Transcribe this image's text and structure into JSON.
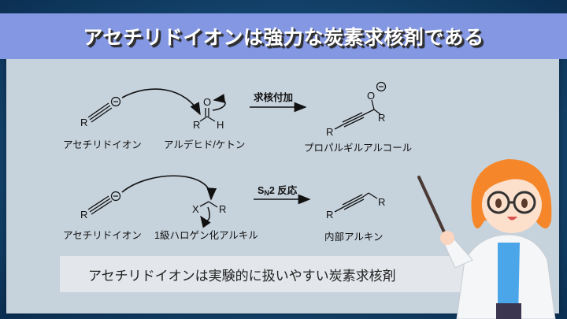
{
  "header": {
    "title": "アセチリドイオンは強力な炭素求核剤である"
  },
  "reaction1": {
    "reactant1_label": "アセチリドイオン",
    "reactant2_label": "アルデヒド/ケトン",
    "arrow_label": "求核付加",
    "product_label": "プロパルギルアルコール",
    "atoms": {
      "R": "R",
      "O": "O",
      "H": "H",
      "minus": "−"
    }
  },
  "reaction2": {
    "reactant1_label": "アセチリドイオン",
    "reactant2_label": "1級ハロゲン化アルキル",
    "arrow_label_main": "S",
    "arrow_label_sub": "N",
    "arrow_label_rest": "2 反応",
    "product_label": "内部アルキン",
    "atoms": {
      "R": "R",
      "X": "X"
    }
  },
  "summary": {
    "text": "アセチリドイオンは実験的に扱いやすい炭素求核剤"
  },
  "colors": {
    "header": "#8497e3",
    "panel": "#c6d2dc",
    "summary_box": "#e3e7eb"
  }
}
